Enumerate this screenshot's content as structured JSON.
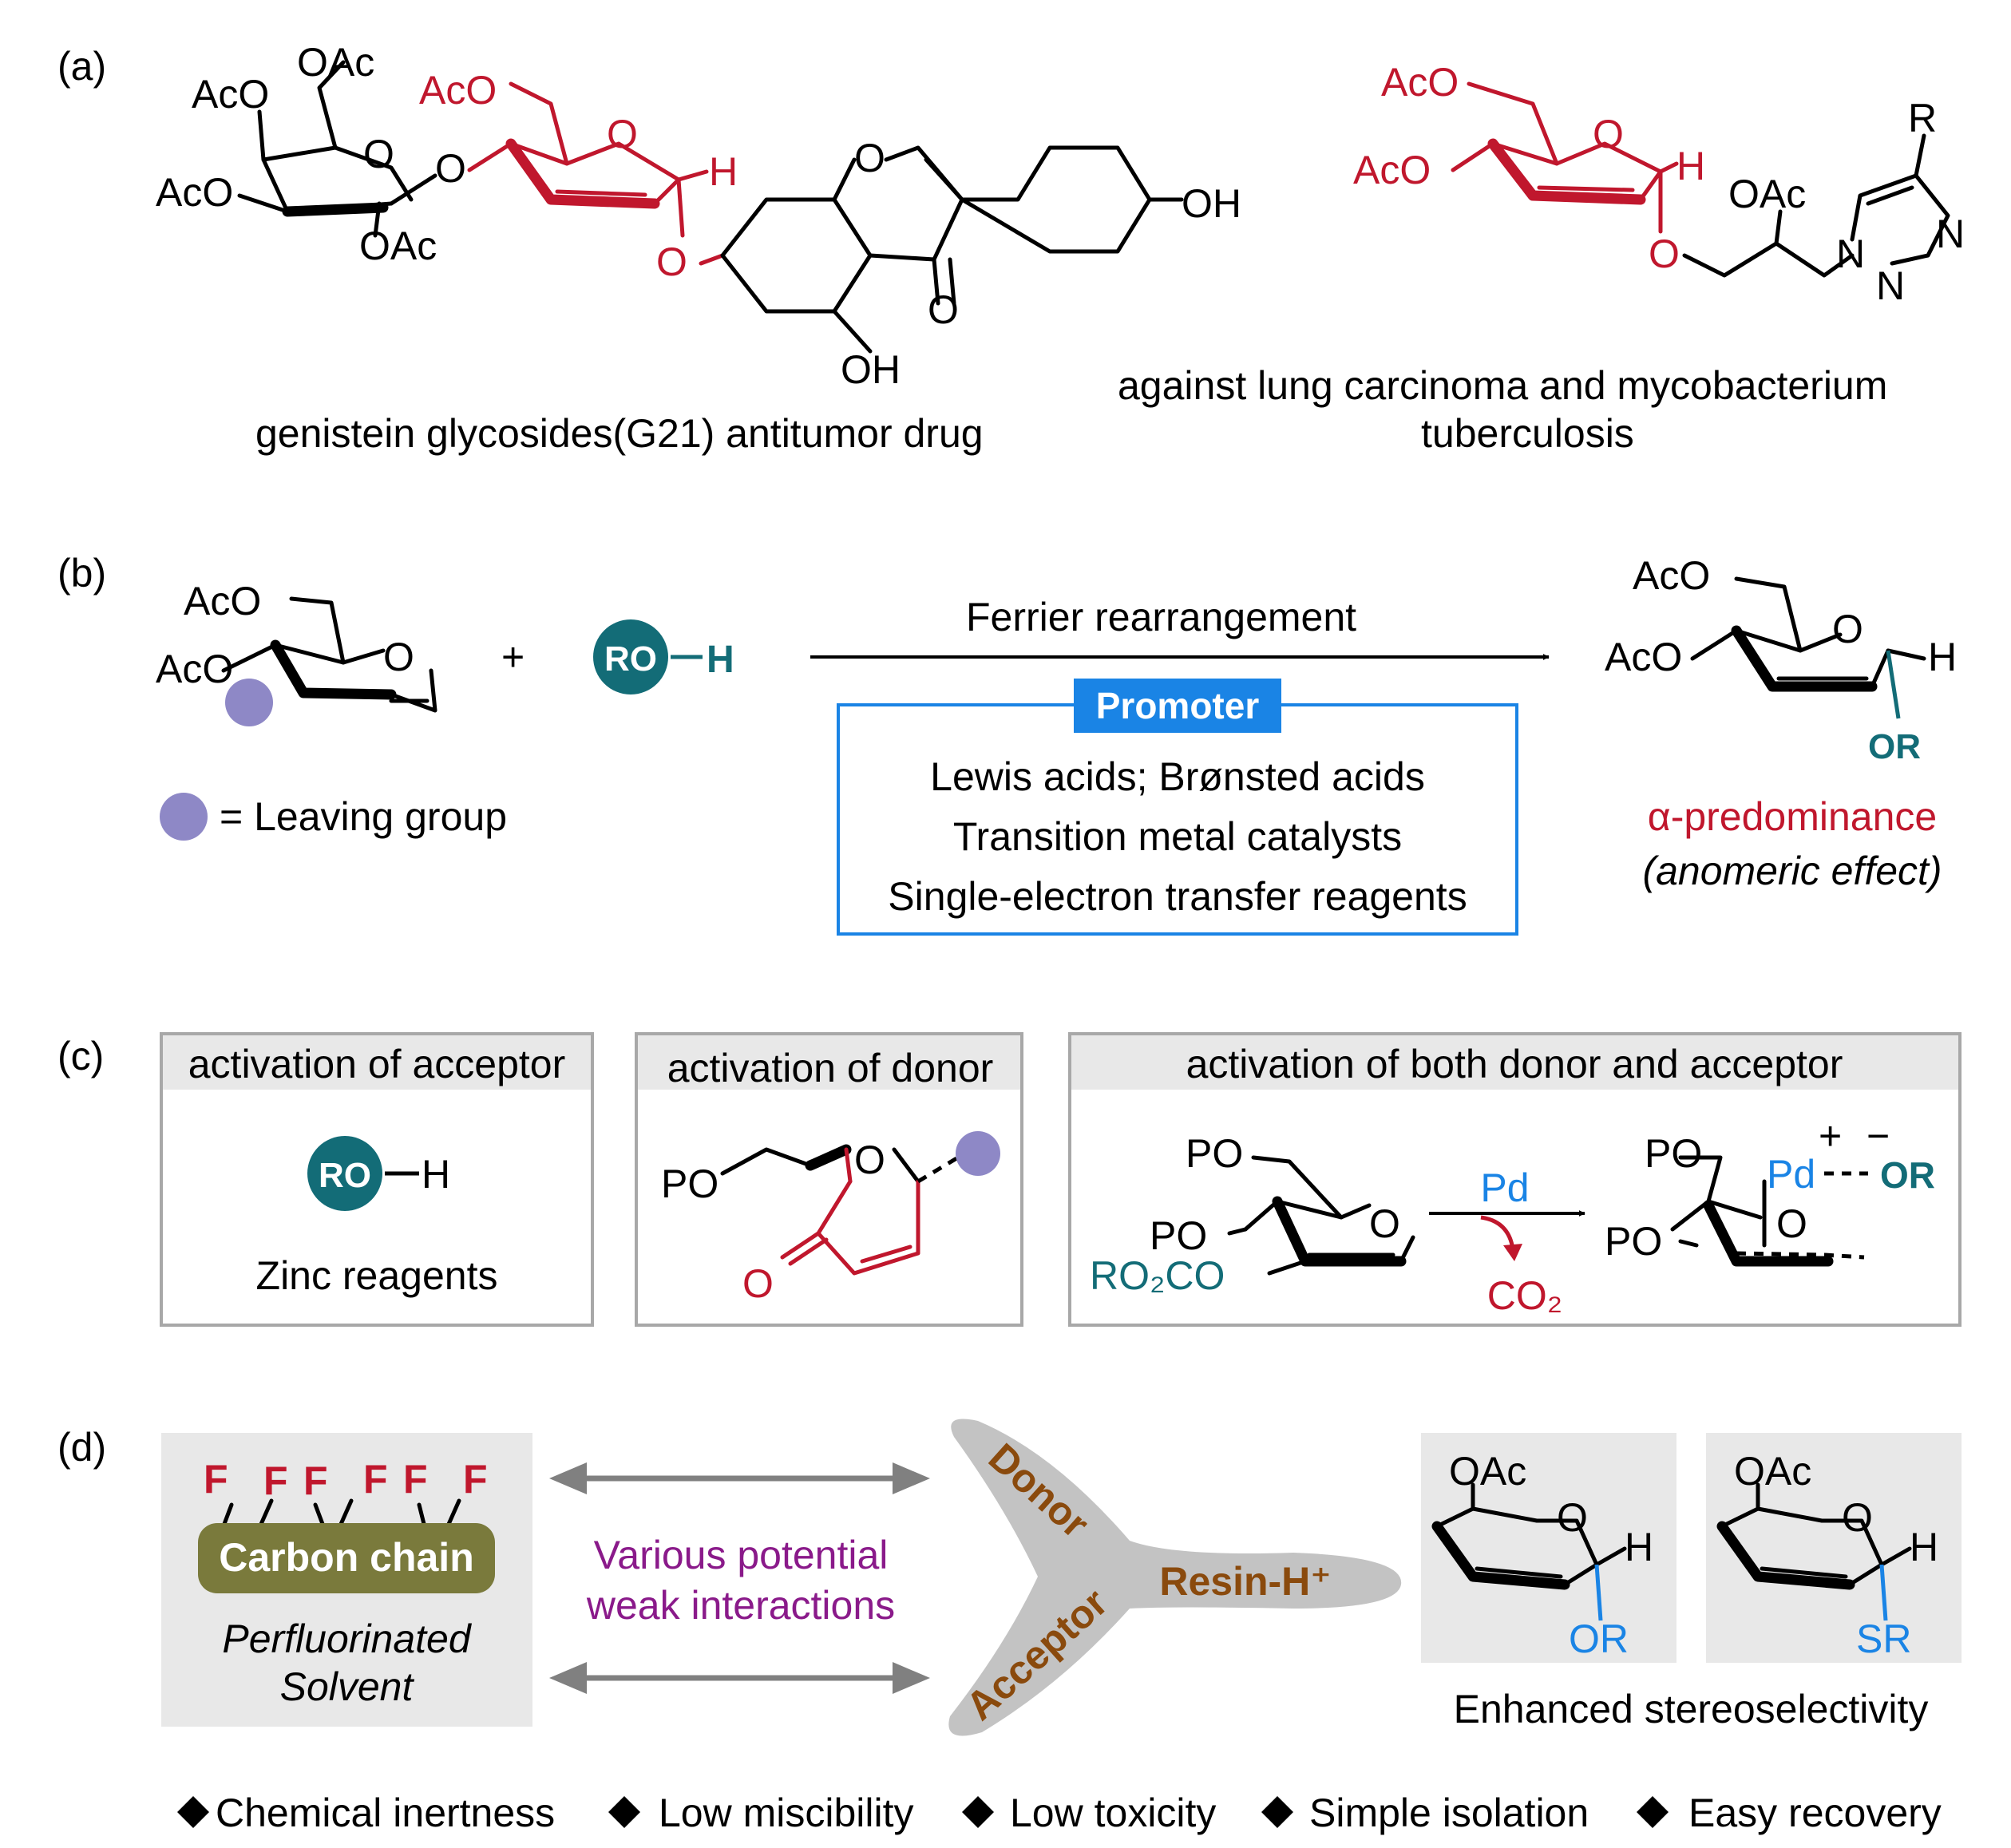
{
  "colors": {
    "red": "#c0172d",
    "teal": "#136c77",
    "blue": "#1a84e5",
    "purple_dot": "#8e88c6",
    "violet_text": "#8a1a8a",
    "olive": "#7a7a3c",
    "brown": "#8a4a0d",
    "panel_gray": "#e8e8e8",
    "blob_gray": "#c3c3c3",
    "arrow_gray": "#808080"
  },
  "panel_a": {
    "label": "(a)",
    "left": {
      "caption": "genistein glycosides(G21) antitumor drug",
      "atoms": {
        "oac_top": "OAc",
        "aco_top": "AcO",
        "ring_o": "O",
        "aco_left": "AcO",
        "oac_bottom": "OAc",
        "link_o": "O",
        "red_aco": "AcO",
        "red_ring_o": "O",
        "red_h": "H",
        "red_o": "O",
        "chromone_o": "O",
        "ketone_o": "O",
        "oh_bottom": "OH",
        "oh_right": "OH"
      }
    },
    "right": {
      "caption_line1": "against lung carcinoma and mycobacterium",
      "caption_line2": "tuberculosis",
      "atoms": {
        "aco_top": "AcO",
        "ring_o": "O",
        "aco_left": "AcO",
        "h": "H",
        "o": "O",
        "oac": "OAc",
        "r": "R",
        "n1": "N",
        "n2": "N",
        "n3": "N"
      }
    }
  },
  "panel_b": {
    "label": "(b)",
    "reactant": {
      "aco_top": "AcO",
      "ring_o": "O",
      "aco_left": "AcO"
    },
    "plus": "+",
    "ro_badge": "RO",
    "ro_h": "H",
    "leaving_legend": "= Leaving group",
    "arrow_label": "Ferrier rearrangement",
    "promoter_title": "Promoter",
    "promoters": [
      "Lewis acids; Brønsted acids",
      "Transition metal catalysts",
      "Single-electron transfer reagents"
    ],
    "product": {
      "aco_top": "AcO",
      "ring_o": "O",
      "aco_left": "AcO",
      "h": "H",
      "or": "OR"
    },
    "alpha_line": "α-predominance",
    "anomeric_line": "(anomeric effect)"
  },
  "panel_c": {
    "label": "(c)",
    "box1": {
      "title": "activation of acceptor",
      "ro_badge": "RO",
      "h": "H",
      "caption": "Zinc reagents"
    },
    "box2": {
      "title": "activation of donor",
      "po": "PO",
      "ring_o": "O",
      "ketone_o": "O"
    },
    "box3": {
      "title": "activation of both donor and acceptor",
      "left": {
        "po_top": "PO",
        "po_mid": "PO",
        "ring_o": "O",
        "ro2co": "RO₂CO"
      },
      "arrow_top": "Pd",
      "arrow_bottom": "CO₂",
      "right": {
        "po_top": "PO",
        "po_mid": "PO",
        "pd": "Pd",
        "plus": "+",
        "minus": "−",
        "or": "OR",
        "ring_o": "O"
      }
    }
  },
  "panel_d": {
    "label": "(d)",
    "fluorines": [
      "F",
      "F",
      "F",
      "F",
      "F",
      "F"
    ],
    "chain_label": "Carbon chain",
    "solvent_line1": "Perfluorinated",
    "solvent_line2": "Solvent",
    "interactions_line1": "Various potential",
    "interactions_line2": "weak interactions",
    "donor": "Donor",
    "acceptor": "Acceptor",
    "resin": "Resin-H⁺",
    "product1": {
      "oac": "OAc",
      "ring_o": "O",
      "h": "H",
      "sub": "OR"
    },
    "product2": {
      "oac": "OAc",
      "ring_o": "O",
      "h": "H",
      "sub": "SR"
    },
    "stereo_caption": "Enhanced stereoselectivity"
  },
  "features": [
    "Chemical inertness",
    "Low miscibility",
    "Low toxicity",
    "Simple isolation",
    "Easy recovery"
  ]
}
